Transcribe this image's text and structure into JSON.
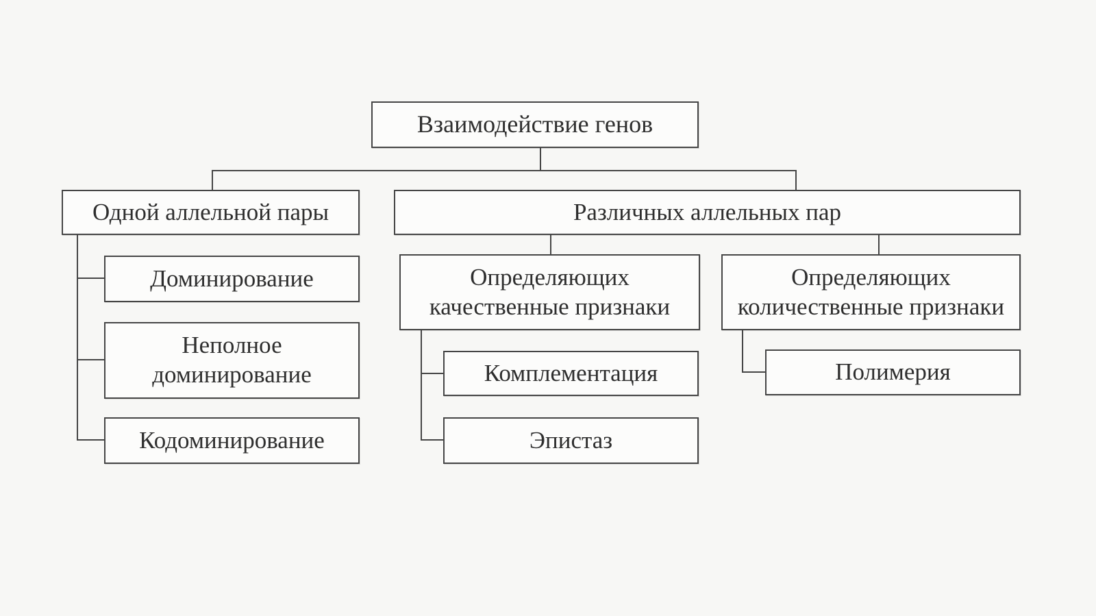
{
  "diagram": {
    "type": "hierarchy-flowchart",
    "language": "ru",
    "colors": {
      "background": "#f7f7f5",
      "box_fill": "#fcfcfb",
      "border": "#454545",
      "text": "#2e2e2e"
    },
    "nodes": {
      "root": "Взаимодействие генов",
      "one_pair": "Одной аллельной пары",
      "different_pairs": "Различных аллельных пар",
      "dominance": "Доминирование",
      "incomplete_line1": "Неполное",
      "incomplete_line2": "доминирование",
      "codominance": "Кодоминирование",
      "qualitative_line1": "Определяющих",
      "qualitative_line2": "качественные признаки",
      "complementation": "Комплементация",
      "epistasis": "Эпистаз",
      "quantitative_line1": "Определяющих",
      "quantitative_line2": "количественные признаки",
      "polymery": "Полимерия"
    },
    "hierarchy": {
      "Взаимодействие генов": {
        "Одной аллельной пары": [
          "Доминирование",
          "Неполное доминирование",
          "Кодоминирование"
        ],
        "Различных аллельных пар": {
          "Определяющих качественные признаки": [
            "Комплементация",
            "Эпистаз"
          ],
          "Определяющих количественные признаки": [
            "Полимерия"
          ]
        }
      }
    }
  }
}
